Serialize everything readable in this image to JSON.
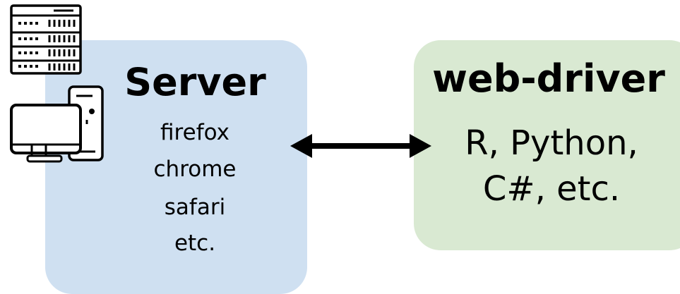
{
  "server": {
    "title": "Server",
    "browsers": [
      "firefox",
      "chrome",
      "safari",
      "etc."
    ],
    "color": "#cfe0f1"
  },
  "driver": {
    "title": "web-driver",
    "languages": [
      "R, Python,",
      "C#, etc."
    ],
    "color": "#d9e9d2"
  },
  "connector": {
    "type": "double-headed-arrow",
    "color": "#000000"
  },
  "icons": [
    "server-rack-icon",
    "desktop-computer-icon"
  ]
}
